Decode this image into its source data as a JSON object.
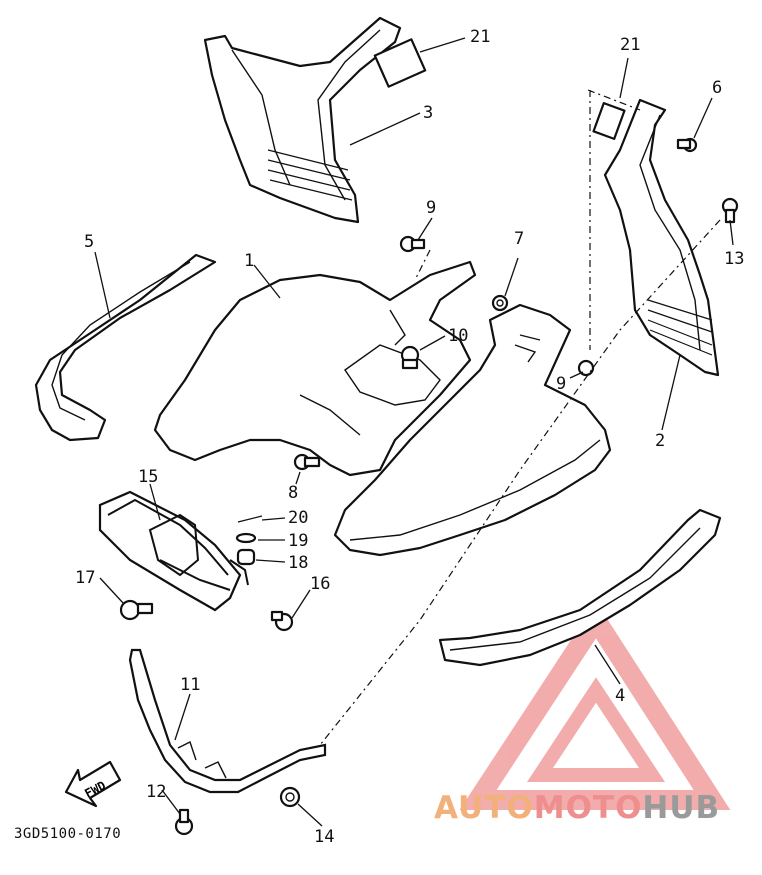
{
  "diagram": {
    "part_numbers": [
      "21",
      "3",
      "21",
      "6",
      "5",
      "9",
      "7",
      "1",
      "13",
      "10",
      "9",
      "2",
      "8",
      "20",
      "15",
      "19",
      "18",
      "17",
      "16",
      "11",
      "4",
      "12",
      "14"
    ],
    "arrow_label": "FWD",
    "drawing_code": "3GD5100-0170"
  },
  "watermark": {
    "part1": "AUTO",
    "part2": "MOTO",
    "part3": "HUB",
    "colors": {
      "auto": "#f2b07a",
      "moto": "#ee8e8e",
      "hub": "#9a9a9a",
      "logo": "#e86a6a"
    }
  }
}
